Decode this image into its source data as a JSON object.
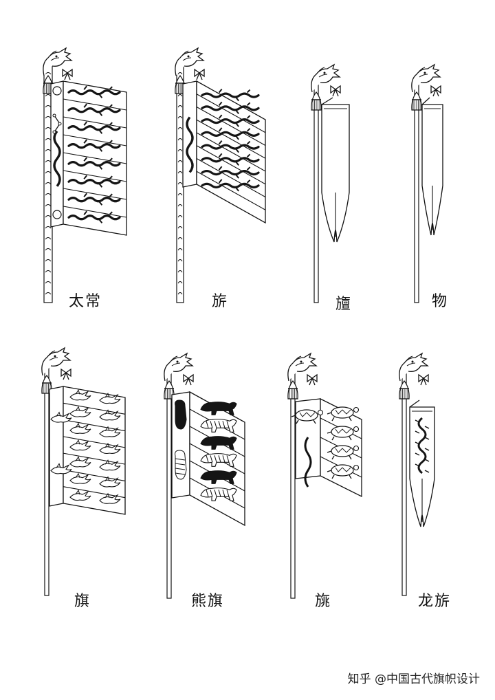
{
  "flags": [
    {
      "name": "太常",
      "kind": "banner",
      "motif": "dragon-pattern",
      "rows": 8
    },
    {
      "name": "旂",
      "kind": "banner",
      "motif": "dragon-pattern",
      "rows": 8
    },
    {
      "name": "旜",
      "kind": "streamer",
      "motif": "plain"
    },
    {
      "name": "物",
      "kind": "streamer",
      "motif": "plain"
    },
    {
      "name": "旗",
      "kind": "banner",
      "motif": "bird",
      "rows": 7
    },
    {
      "name": "熊旗",
      "kind": "banner",
      "motif": "bear-tiger",
      "rows": 6
    },
    {
      "name": "旐",
      "kind": "banner",
      "motif": "turtle-snake",
      "rows": 4
    },
    {
      "name": "龙旂",
      "kind": "streamer",
      "motif": "dragon"
    }
  ],
  "watermark": "知乎 @中国古代旗帜设计",
  "colors": {
    "line": "#111111",
    "fill": "#ffffff",
    "dark": "#151515"
  }
}
